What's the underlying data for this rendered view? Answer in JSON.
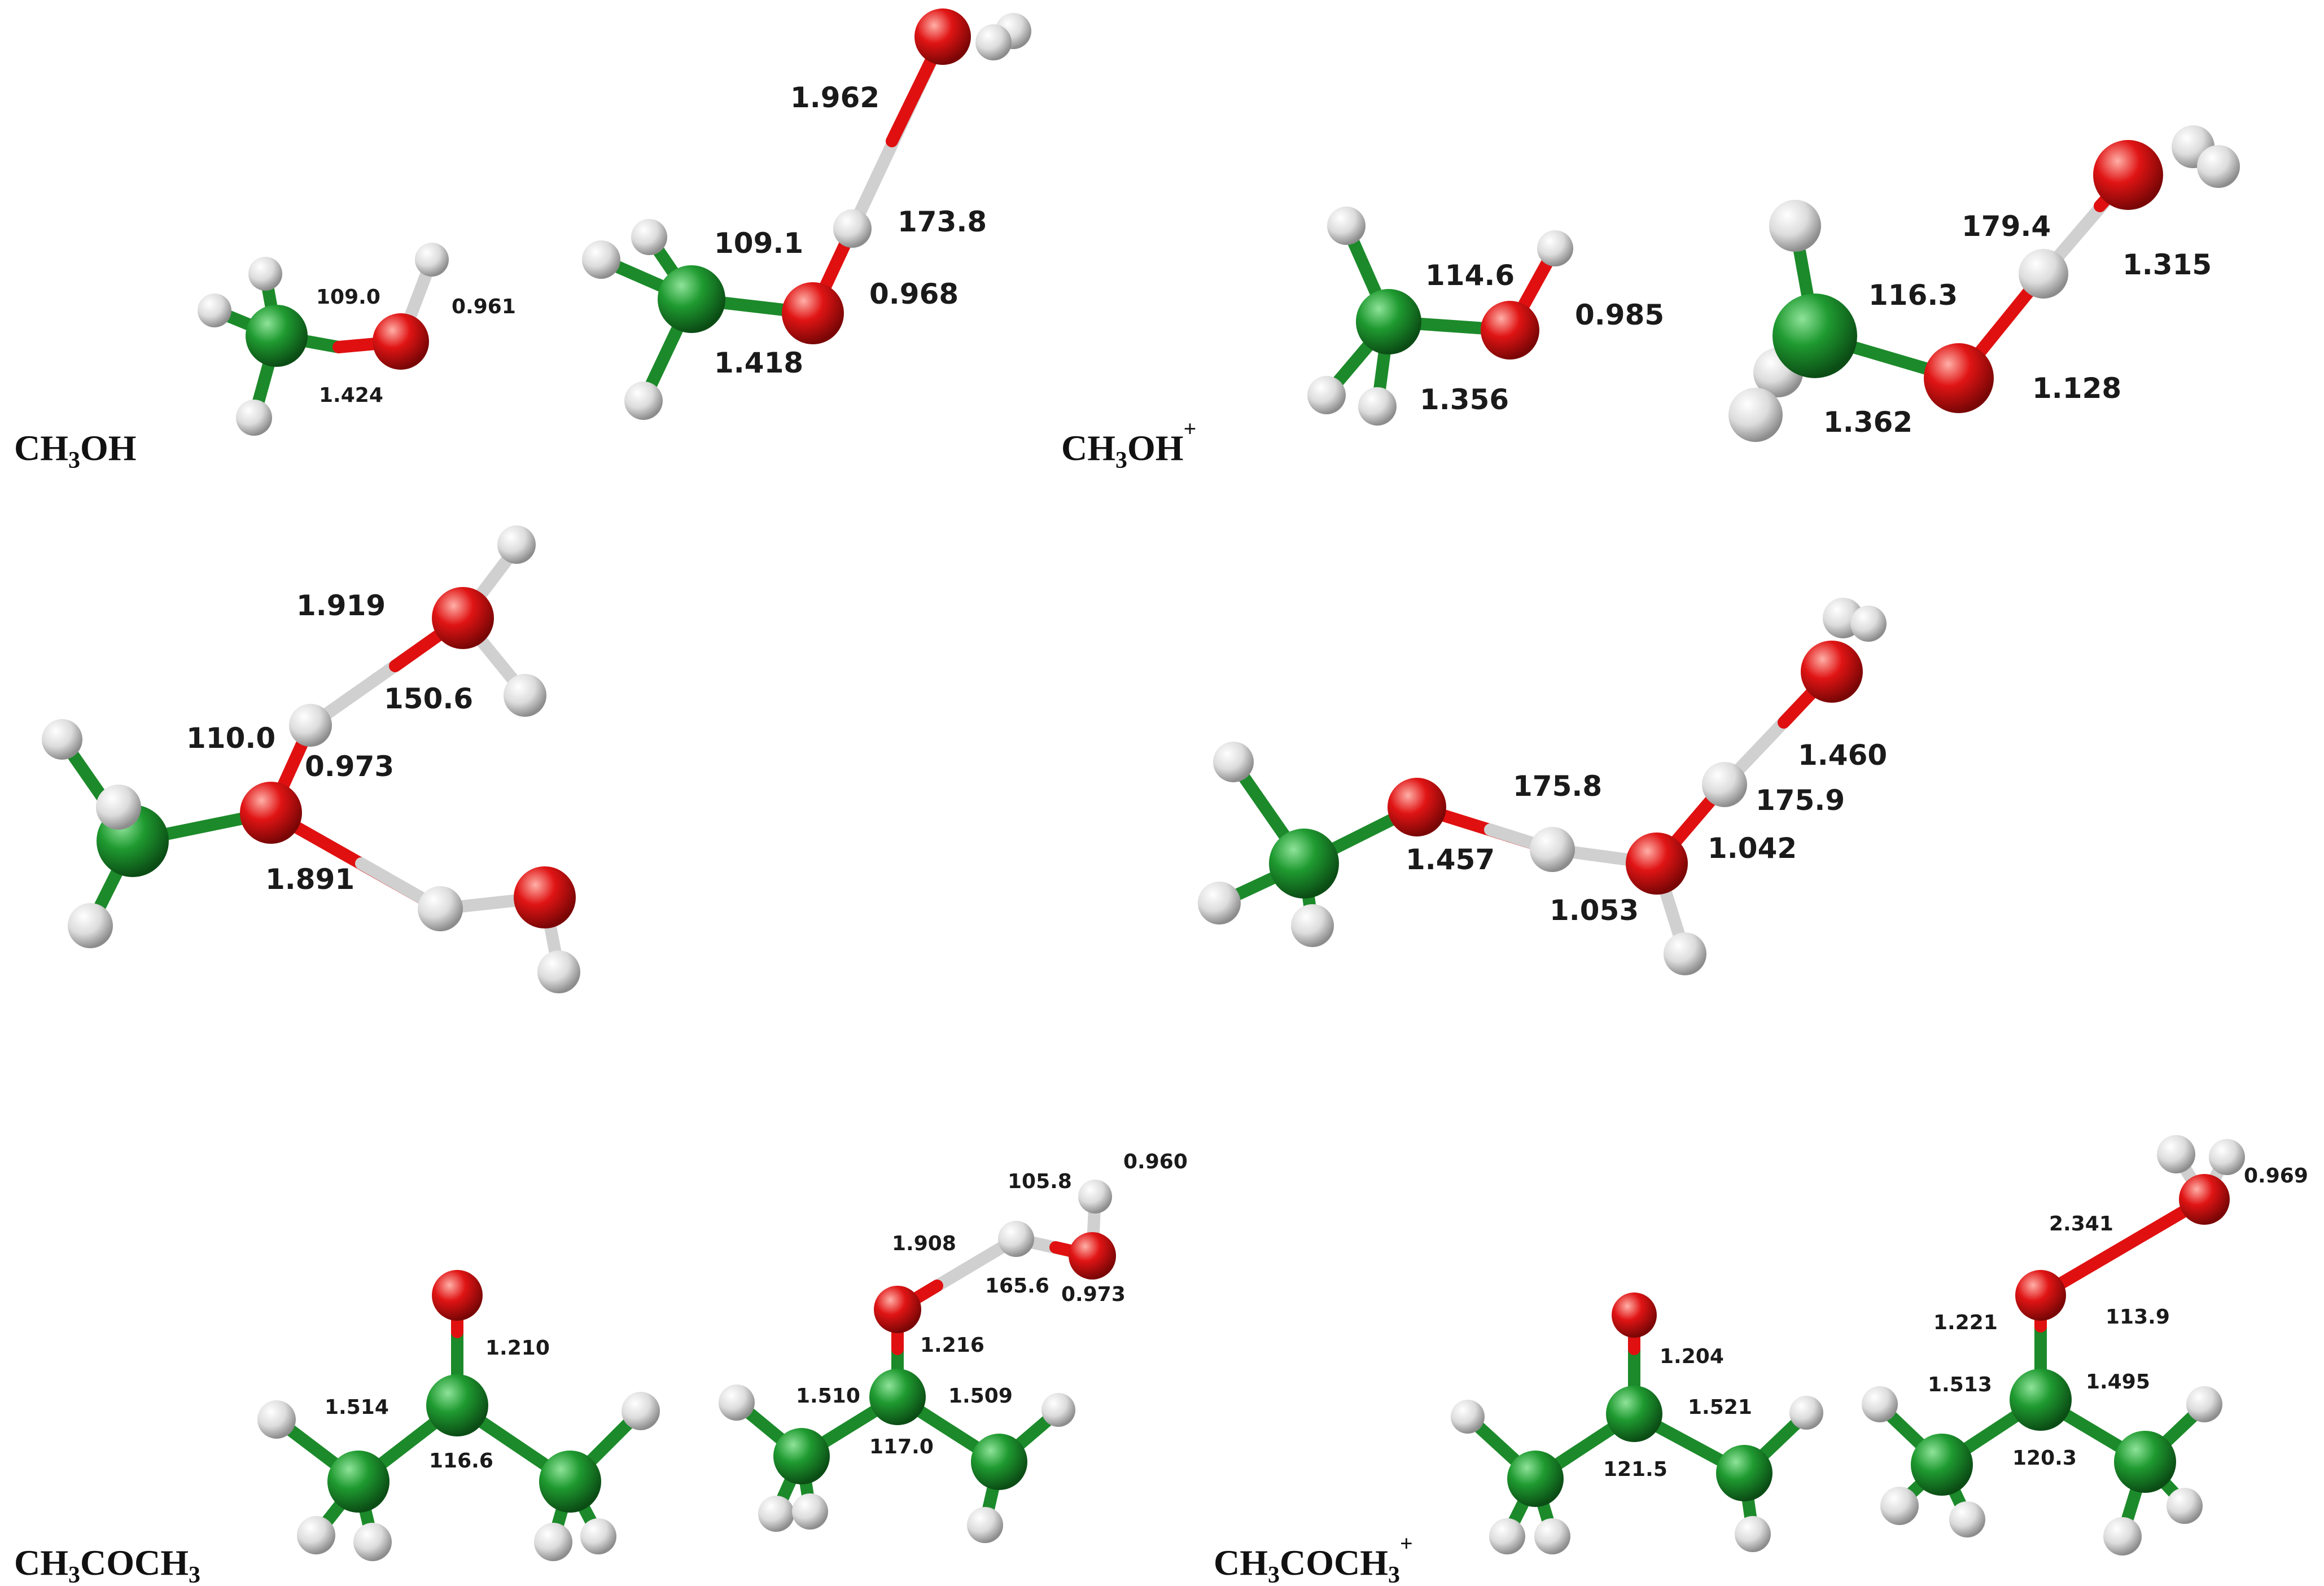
{
  "labels": {
    "methanol": "CH3OH",
    "methanol_cation": "CH3OH+",
    "acetone": "CH3COCH3",
    "acetone_cation": "CH3COCH3+"
  },
  "colors": {
    "carbon": "#1c8a2a",
    "oxygen": "#e01010",
    "hydrogen": "#e6e6e6",
    "text": "#1a1a1a"
  },
  "methanol": {
    "angle": "109.0",
    "oh_bond": "0.961",
    "co_bond": "1.424"
  },
  "methanol_water": {
    "hbond": "1.962",
    "hbond_angle": "173.8",
    "angle": "109.1",
    "oh_bond": "0.968",
    "co_bond": "1.418"
  },
  "methanol_cation": {
    "angle": "114.6",
    "oh_bond": "0.985",
    "co_bond": "1.356"
  },
  "methanol_cation_water": {
    "angle_top": "179.4",
    "hbond": "1.315",
    "angle": "116.3",
    "oh_bond": "1.128",
    "co_bond": "1.362"
  },
  "methanol_two_water": {
    "hbond_top": "1.919",
    "hbond_angle": "150.6",
    "angle": "110.0",
    "oh_bond": "0.973",
    "hbond_bottom": "1.891"
  },
  "methanol_cation_two_water": {
    "hbond_top": "1.460",
    "angle_right": "175.9",
    "angle_mid": "175.8",
    "bond_right": "1.042",
    "co_bond": "1.457",
    "bond_mid": "1.053"
  },
  "acetone": {
    "co_bond": "1.210",
    "cc_bond": "1.514",
    "angle": "116.6"
  },
  "acetone_water": {
    "oh_bond": "0.960",
    "hoh_angle": "105.8",
    "hbond": "1.908",
    "water_oh": "0.973",
    "hbond_angle": "165.6",
    "co_bond": "1.216",
    "cc_left": "1.510",
    "cc_right": "1.509",
    "angle": "117.0"
  },
  "acetone_cation": {
    "co_bond": "1.204",
    "cc_bond": "1.521",
    "angle": "121.5"
  },
  "acetone_cation_water": {
    "oh_bond": "0.969",
    "hbond": "2.341",
    "co_bond": "1.221",
    "angle_o": "113.9",
    "cc_left": "1.513",
    "cc_right": "1.495",
    "angle": "120.3"
  }
}
